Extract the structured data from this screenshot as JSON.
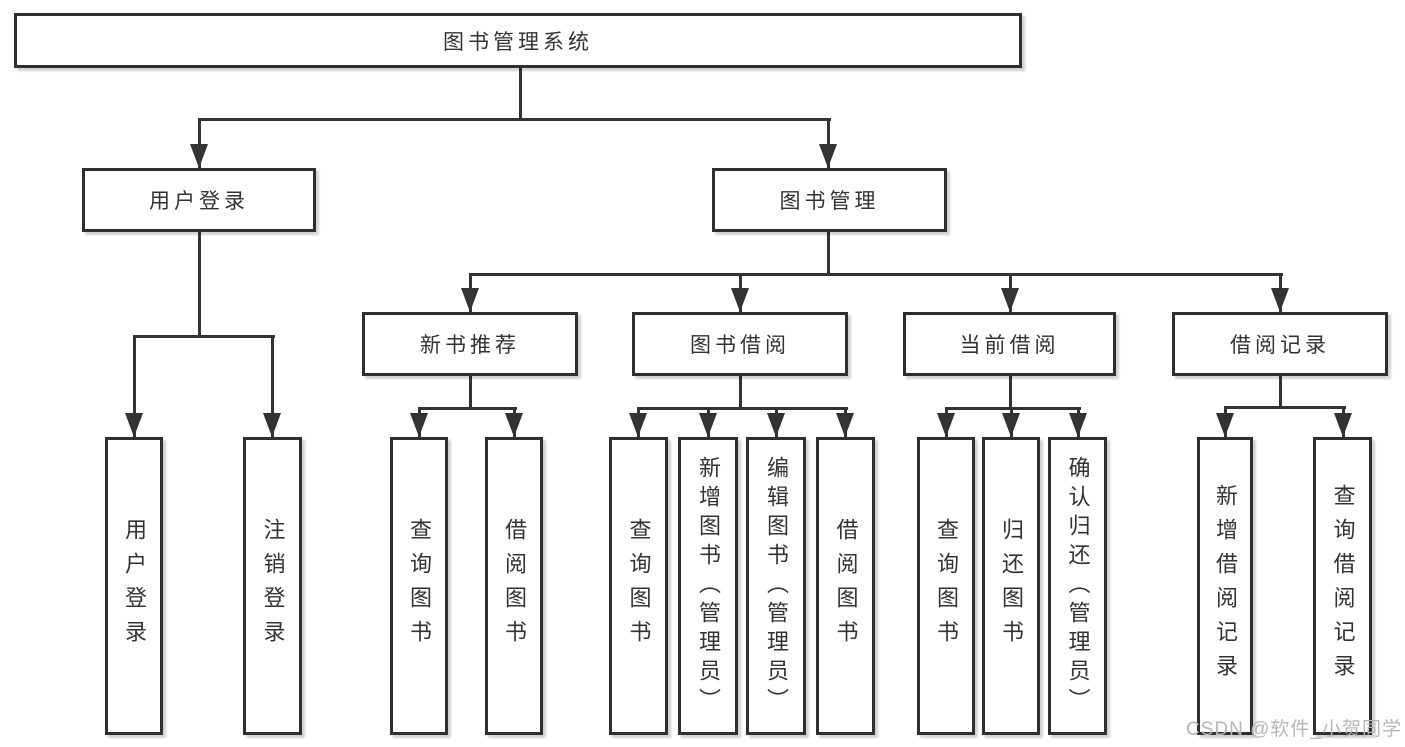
{
  "diagram_title": "图书管理系统",
  "tree": {
    "root": {
      "label": "图书管理系统"
    },
    "branches": [
      {
        "label": "用户登录",
        "children": [
          {
            "label": "用户登录"
          },
          {
            "label": "注销登录"
          }
        ]
      },
      {
        "label": "图书管理",
        "children": [
          {
            "label": "新书推荐",
            "children": [
              {
                "label": "查询图书"
              },
              {
                "label": "借阅图书"
              }
            ]
          },
          {
            "label": "图书借阅",
            "children": [
              {
                "label": "查询图书"
              },
              {
                "label": "新增图书（管理员）"
              },
              {
                "label": "编辑图书（管理员）"
              },
              {
                "label": "借阅图书"
              }
            ]
          },
          {
            "label": "当前借阅",
            "children": [
              {
                "label": "查询图书"
              },
              {
                "label": "归还图书"
              },
              {
                "label": "确认归还（管理员）"
              }
            ]
          },
          {
            "label": "借阅记录",
            "children": [
              {
                "label": "新增借阅记录"
              },
              {
                "label": "查询借阅记录"
              }
            ]
          }
        ]
      }
    ]
  },
  "watermark": {
    "text": "CSDN @软件_小贺同学"
  },
  "colors": {
    "line": "#333333",
    "box_border": "#2f2f2f",
    "text": "#333333",
    "watermark": "#b6b6b6",
    "background": "#ffffff"
  }
}
